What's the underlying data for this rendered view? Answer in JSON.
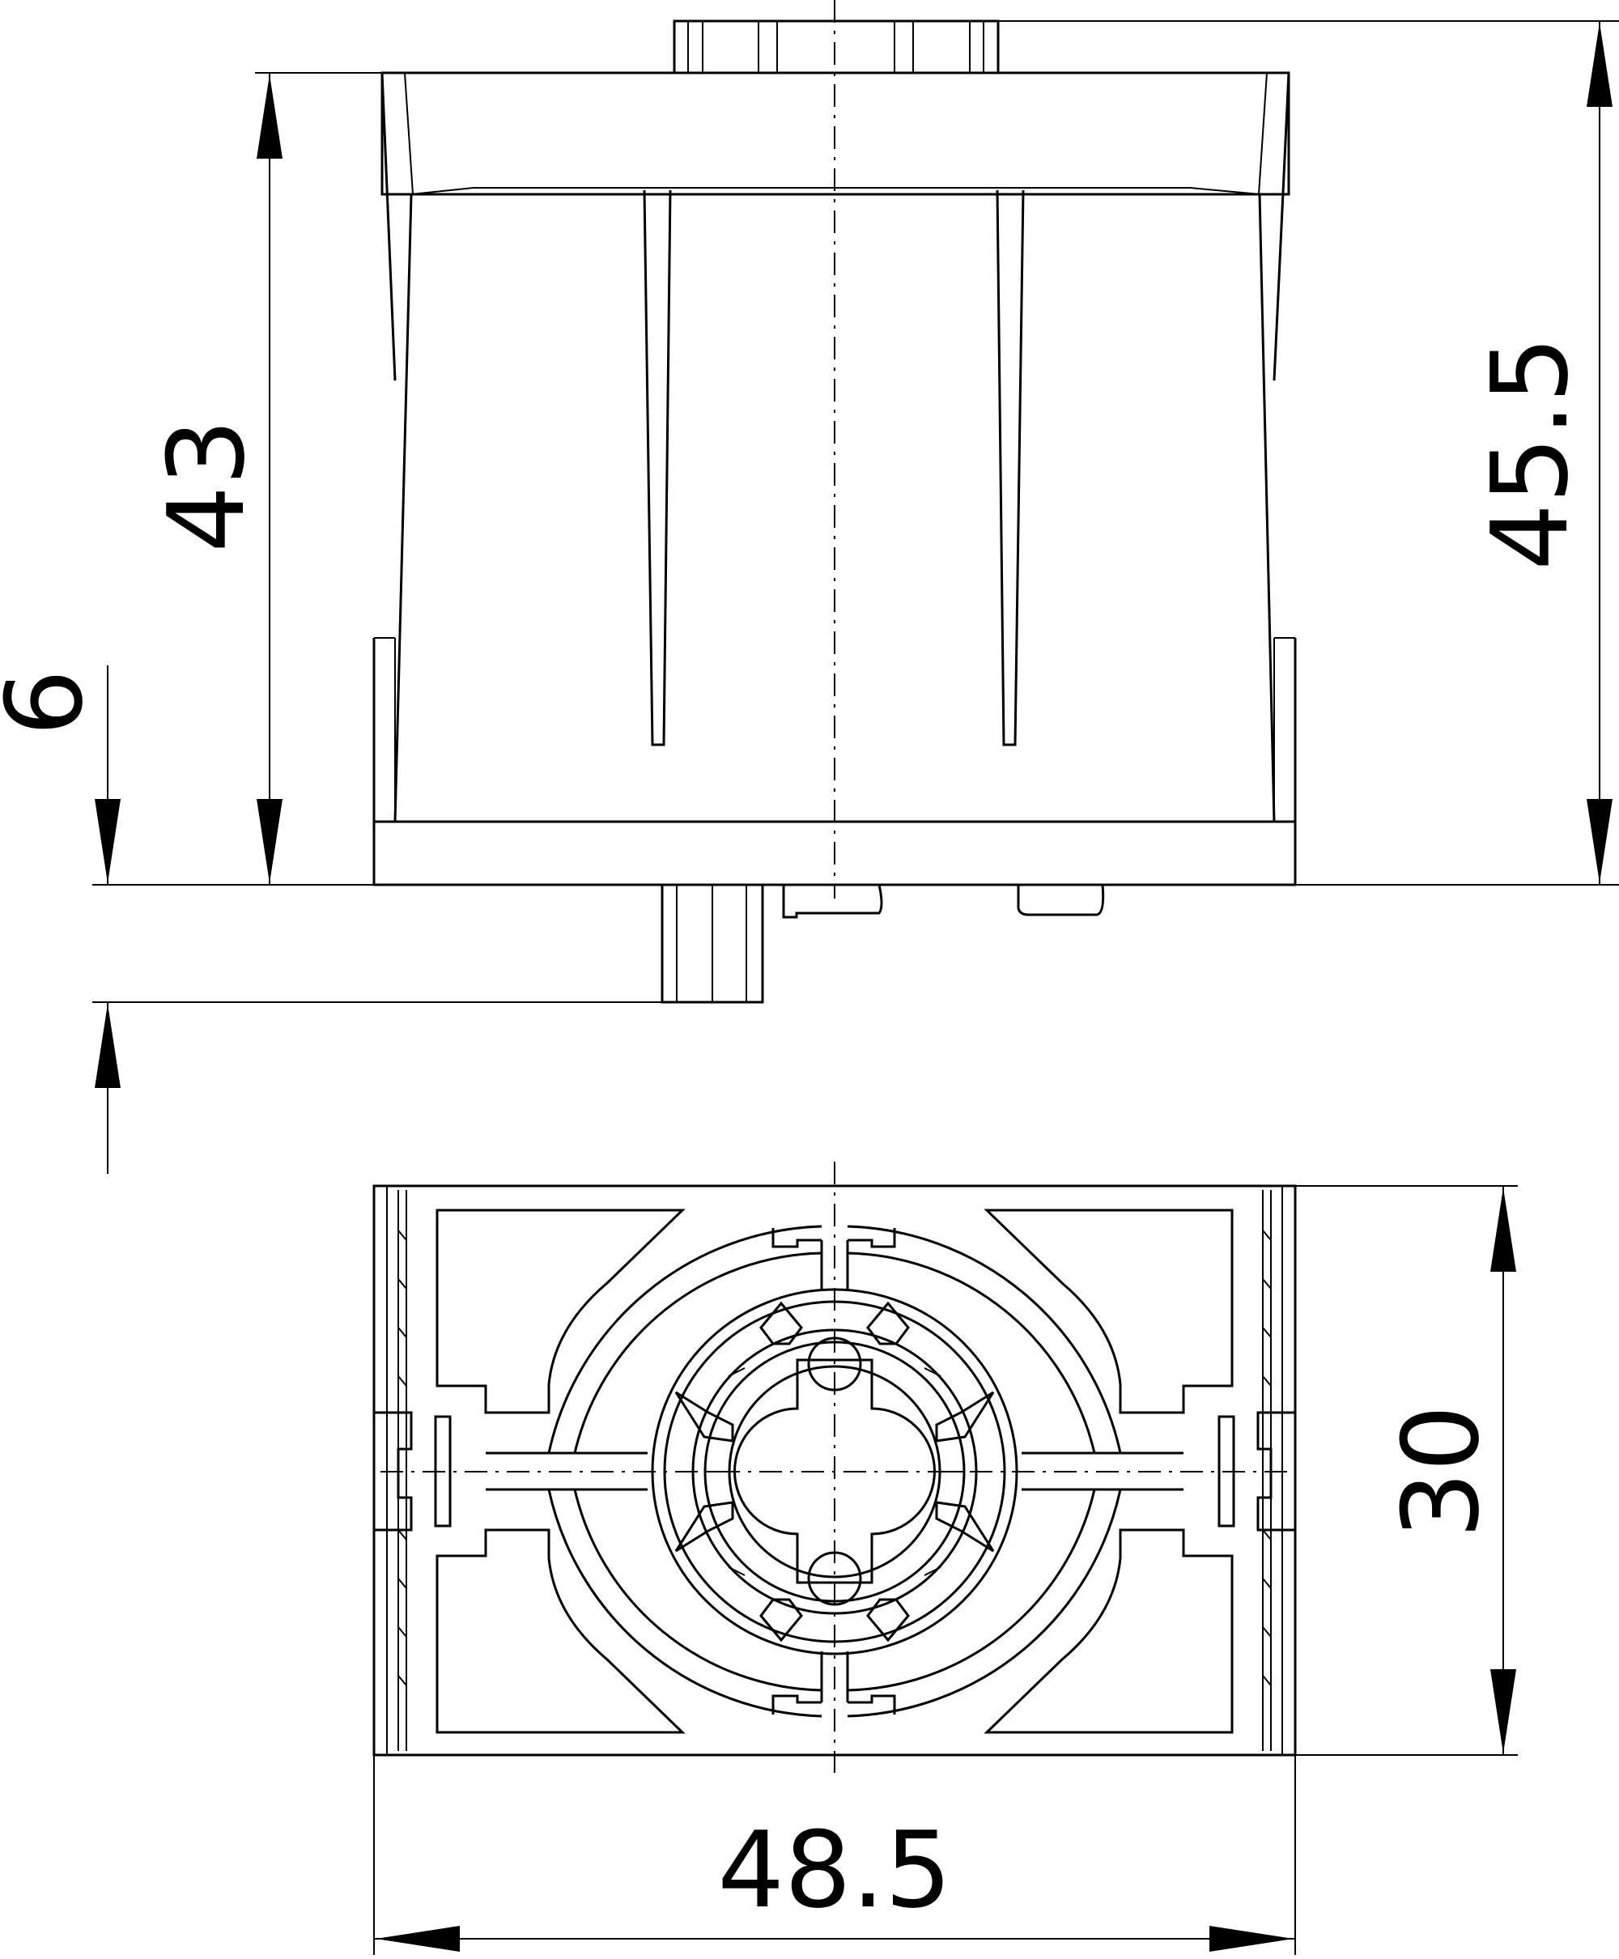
{
  "dimensions": {
    "height_body": "43",
    "height_total": "45.5",
    "pin_length": "6",
    "depth": "30",
    "width": "48.5"
  },
  "colors": {
    "line": "#000000",
    "background": "#ffffff"
  }
}
